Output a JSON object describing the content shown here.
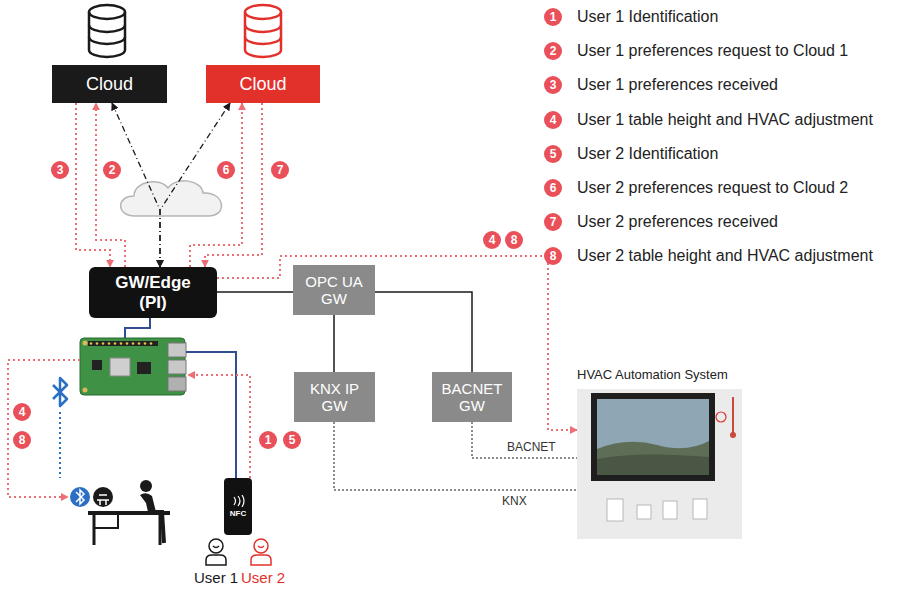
{
  "diagram": {
    "nodes": [
      {
        "text": [
          "Cloud"
        ]
      },
      {
        "text": [
          "Cloud"
        ]
      },
      {
        "text": [
          "GW/Edge (PI)"
        ]
      },
      {
        "text": [
          "OPC UA GW"
        ]
      },
      {
        "text": [
          "KNX IP GW"
        ]
      },
      {
        "text": [
          "BACNET GW"
        ]
      },
      {
        "text": [
          "HVAC Automation System"
        ]
      },
      {
        "text": [
          "NFC"
        ]
      }
    ],
    "edges": [
      {
        "from": 2,
        "to": 0,
        "arrow": "both"
      },
      {
        "from": 2,
        "to": 1,
        "arrow": "both"
      },
      {
        "from": 2,
        "to": 0,
        "arrow": "to"
      },
      {
        "from": 0,
        "to": 2,
        "arrow": "to"
      },
      {
        "from": 2,
        "to": 1,
        "arrow": "to"
      },
      {
        "from": 1,
        "to": 2,
        "arrow": "to"
      },
      {
        "from": 2,
        "to": 3,
        "arrow": "none"
      },
      {
        "from": 3,
        "to": 4,
        "arrow": "none"
      },
      {
        "from": 3,
        "to": 5,
        "arrow": "none"
      },
      {
        "from": 2,
        "to": 6,
        "arrow": "to"
      },
      {
        "from": 4,
        "to": 6,
        "label": "KNX",
        "arrow": "none"
      },
      {
        "from": 5,
        "to": 6,
        "label": "BACNET",
        "arrow": "none"
      }
    ],
    "labels": [
      "3",
      "2",
      "6",
      "7",
      "4",
      "8",
      "4",
      "8",
      "1",
      "5",
      "1",
      "2",
      "3",
      "4",
      "5",
      "6",
      "7",
      "8",
      "User 1",
      "User 2"
    ],
    "legend": [
      {
        "text": "User 1 Identification",
        "color": "#e9505a"
      },
      {
        "text": "User 1 preferences request to Cloud 1",
        "color": "#e9505a"
      },
      {
        "text": "User 1 preferences received",
        "color": "#e9505a"
      },
      {
        "text": "User 1 table height and HVAC adjustment",
        "color": "#e9505a"
      },
      {
        "text": "User 2 Identification",
        "color": "#e9505a"
      },
      {
        "text": "User 2 preferences request to Cloud 2",
        "color": "#e9505a"
      },
      {
        "text": "User 2 preferences received",
        "color": "#e9505a"
      },
      {
        "text": "User 2 table height and HVAC adjustment",
        "color": "#e9505a"
      }
    ]
  }
}
